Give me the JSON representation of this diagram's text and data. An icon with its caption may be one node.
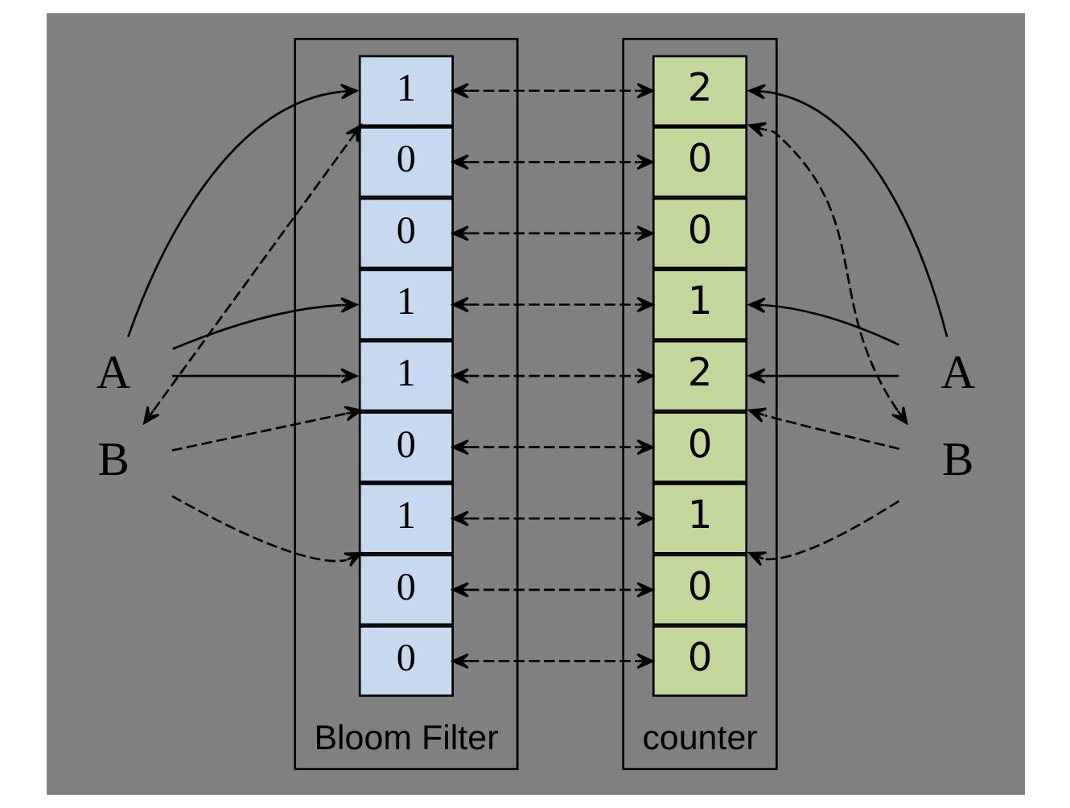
{
  "diagram": {
    "nodes": [
      {
        "text": [
          "A"
        ]
      },
      {
        "text": [
          "B"
        ]
      },
      {
        "text": [
          "Bloom Filter"
        ]
      },
      {
        "text": [
          "1"
        ],
        "in": 2
      },
      {
        "text": [
          "0"
        ],
        "in": 2
      },
      {
        "text": [
          "0"
        ],
        "in": 2
      },
      {
        "text": [
          "1"
        ],
        "in": 2
      },
      {
        "text": [
          "1"
        ],
        "in": 2
      },
      {
        "text": [
          "0"
        ],
        "in": 2
      },
      {
        "text": [
          "1"
        ],
        "in": 2
      },
      {
        "text": [
          "0"
        ],
        "in": 2
      },
      {
        "text": [
          "0"
        ],
        "in": 2
      },
      {
        "text": [
          "counter"
        ]
      },
      {
        "text": [
          "2"
        ],
        "in": 12
      },
      {
        "text": [
          "0"
        ],
        "in": 12
      },
      {
        "text": [
          "0"
        ],
        "in": 12
      },
      {
        "text": [
          "1"
        ],
        "in": 12
      },
      {
        "text": [
          "2"
        ],
        "in": 12
      },
      {
        "text": [
          "0"
        ],
        "in": 12
      },
      {
        "text": [
          "1"
        ],
        "in": 12
      },
      {
        "text": [
          "0"
        ],
        "in": 12
      },
      {
        "text": [
          "0"
        ],
        "in": 12
      },
      {
        "text": [
          "A"
        ]
      },
      {
        "text": [
          "B"
        ]
      }
    ],
    "edges": [
      {
        "from": 0,
        "to": 3,
        "arrow": "to"
      },
      {
        "from": 0,
        "to": 6,
        "arrow": "to"
      },
      {
        "from": 0,
        "to": 7,
        "arrow": "to"
      },
      {
        "from": 1,
        "to": 3,
        "arrow": "both",
        "style": "dashed"
      },
      {
        "from": 1,
        "to": 7,
        "arrow": "to",
        "style": "dashed"
      },
      {
        "from": 1,
        "to": 9,
        "arrow": "to",
        "style": "dashed"
      },
      {
        "from": 3,
        "to": 13,
        "arrow": "both",
        "style": "dashed"
      },
      {
        "from": 4,
        "to": 14,
        "arrow": "both",
        "style": "dashed"
      },
      {
        "from": 5,
        "to": 15,
        "arrow": "both",
        "style": "dashed"
      },
      {
        "from": 6,
        "to": 16,
        "arrow": "both",
        "style": "dashed"
      },
      {
        "from": 7,
        "to": 17,
        "arrow": "both",
        "style": "dashed"
      },
      {
        "from": 8,
        "to": 18,
        "arrow": "both",
        "style": "dashed"
      },
      {
        "from": 9,
        "to": 19,
        "arrow": "both",
        "style": "dashed"
      },
      {
        "from": 10,
        "to": 20,
        "arrow": "both",
        "style": "dashed"
      },
      {
        "from": 11,
        "to": 21,
        "arrow": "both",
        "style": "dashed"
      },
      {
        "from": 22,
        "to": 13,
        "arrow": "to"
      },
      {
        "from": 22,
        "to": 16,
        "arrow": "to"
      },
      {
        "from": 22,
        "to": 17,
        "arrow": "to"
      },
      {
        "from": 23,
        "to": 13,
        "arrow": "both",
        "style": "dashed"
      },
      {
        "from": 23,
        "to": 17,
        "arrow": "to",
        "style": "dashed"
      },
      {
        "from": 23,
        "to": 19,
        "arrow": "to",
        "style": "dashed"
      }
    ]
  }
}
